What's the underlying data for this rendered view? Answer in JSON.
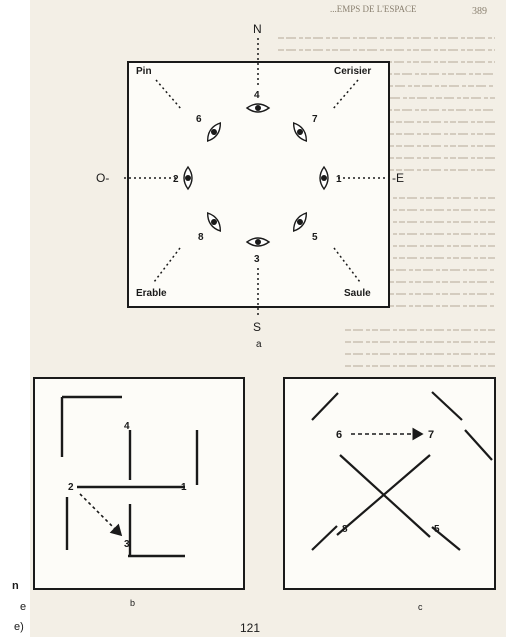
{
  "header": {
    "running_title": "...EMPS DE L'ESPACE",
    "page_number_top": "389"
  },
  "figure_a": {
    "directions": {
      "north": "N",
      "south": "S",
      "east": "-E",
      "west": "O-"
    },
    "trees": {
      "top_left": "Pin",
      "top_right": "Cerisier",
      "bottom_left": "Erable",
      "bottom_right": "Saule"
    },
    "numbers": {
      "n1": "1",
      "n2": "2",
      "n3": "3",
      "n4": "4",
      "n5": "5",
      "n6": "6",
      "n7": "7",
      "n8": "8"
    },
    "caption": "a"
  },
  "figure_b": {
    "numbers": {
      "n1": "1",
      "n2": "2",
      "n3": "3",
      "n4": "4"
    },
    "caption": "b"
  },
  "figure_c": {
    "numbers": {
      "n5": "5",
      "n6": "6",
      "n7": "7",
      "n8": "8"
    },
    "caption": "c"
  },
  "footer": {
    "page_number": "121",
    "margin_fragments": [
      "n",
      "e",
      "e)"
    ]
  }
}
